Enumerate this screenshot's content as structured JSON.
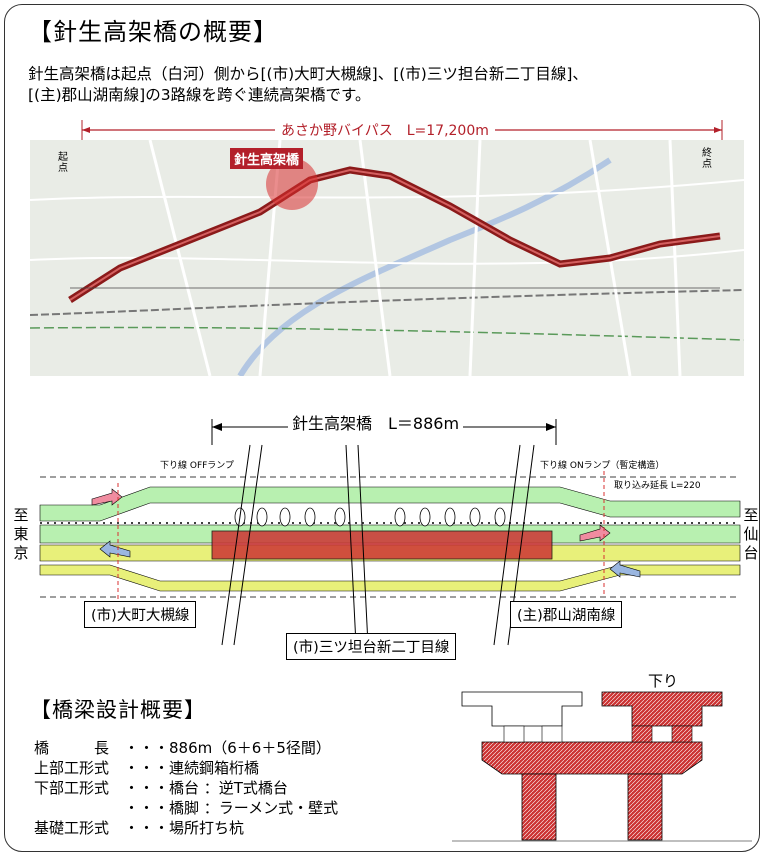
{
  "title": "【針生高架橋の概要】",
  "intro": {
    "line1": "針生高架橋は起点（白河）側から[(市)大町大槻線]、[(市)三ツ担台新二丁目線]、",
    "line2": "[(主)郡山湖南線]の3路線を跨ぐ連続高架橋です。"
  },
  "map": {
    "bypass_label": "あさか野バイパス　L=17,200m",
    "bridge_label": "針生高架橋",
    "start_label": "起点",
    "end_label": "終点",
    "colors": {
      "route": "#8b1a1a",
      "highlight": "#d93030",
      "bypass_label": "#b3202a"
    }
  },
  "plan": {
    "length_label": "針生高架橋　L＝886m",
    "ramp_off": "下り線 OFFランプ",
    "ramp_on": "下り線 ONランプ（暫定構造）",
    "extension": "取り込み延長 L=220",
    "west": [
      "至",
      "東",
      "京"
    ],
    "east": [
      "至",
      "仙",
      "台"
    ],
    "road_left": "(市)大町大槻線",
    "road_center": "(市)三ツ坦台新二丁目線",
    "road_right": "(主)郡山湖南線",
    "colors": {
      "green": "#b8f0b0",
      "yellow": "#e8f07a",
      "bridge": "#cc3333"
    }
  },
  "design": {
    "title": "【橋梁設計概要】",
    "rows": [
      "橋　　　長　・・・886m（6＋6＋5径間）",
      "上部工形式　・・・連続鋼箱桁橋",
      "下部工形式　・・・橋台 ：逆T式橋台",
      "　　　　　　・・・橋脚 ：ラーメン式・壁式",
      "基礎工形式　・・・場所打ち杭"
    ]
  },
  "section": {
    "label": "下り",
    "colors": {
      "left": "#ffffff",
      "right": "#cc3333"
    }
  }
}
